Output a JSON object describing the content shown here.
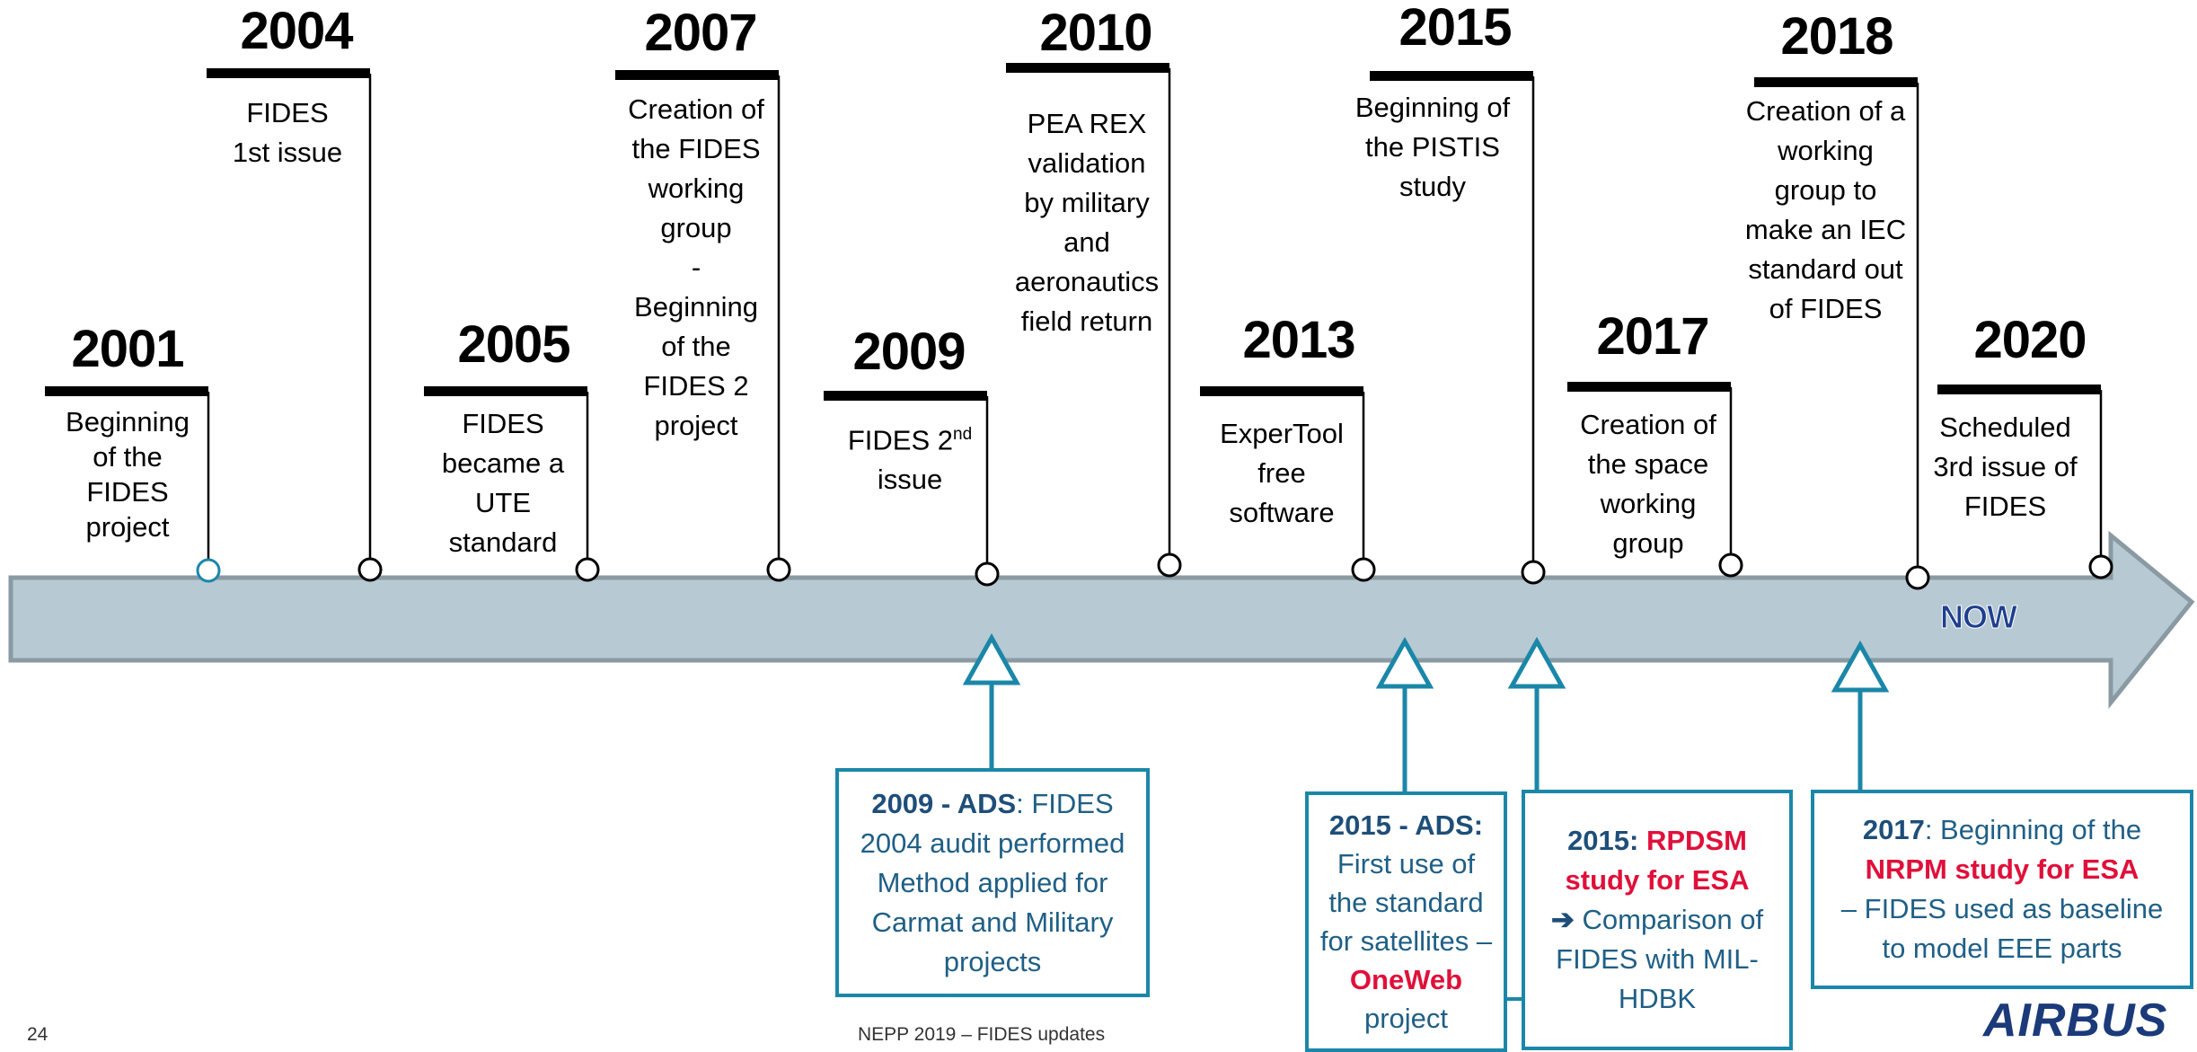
{
  "milestones": [
    {
      "year": "2001",
      "lines": [
        "Beginning",
        "of the",
        "FIDES",
        "project"
      ]
    },
    {
      "year": "2004",
      "lines": [
        "FIDES",
        "1st issue"
      ]
    },
    {
      "year": "2005",
      "lines": [
        "FIDES",
        "became a",
        "UTE",
        "standard"
      ]
    },
    {
      "year": "2007",
      "lines": [
        "Creation of",
        "the FIDES",
        "working",
        "group",
        "-",
        "Beginning",
        "of the",
        "FIDES 2",
        "project"
      ]
    },
    {
      "year": "2009",
      "line1_prefix": "FIDES 2",
      "line1_sup": "nd",
      "line2": "issue"
    },
    {
      "year": "2010",
      "lines": [
        "PEA REX",
        "validation",
        "by military",
        "and",
        "aeronautics",
        "field return"
      ]
    },
    {
      "year": "2013",
      "lines": [
        "ExperTool",
        "free",
        "software"
      ]
    },
    {
      "year": "2015",
      "lines": [
        "Beginning of",
        "the PISTIS",
        "study"
      ]
    },
    {
      "year": "2017",
      "lines": [
        "Creation of",
        "the space",
        "working",
        "group"
      ]
    },
    {
      "year": "2018",
      "lines": [
        "Creation of a",
        "working",
        "group to",
        "make an IEC",
        "standard out",
        "of FIDES"
      ]
    },
    {
      "year": "2020",
      "lines": [
        "Scheduled",
        "3rd issue of",
        "FIDES"
      ]
    }
  ],
  "now_label": "NOW",
  "boxes": {
    "b2009": {
      "bold": "2009 - ADS",
      "rest1": ": FIDES",
      "line2": "2004 audit performed",
      "line3": "Method applied for",
      "line4": "Carmat and Military",
      "line5": "projects"
    },
    "b2015ads": {
      "bold": "2015 - ADS:",
      "line2": "First use of",
      "line3": "the standard",
      "line4": "for satellites –",
      "red": "OneWeb",
      "line6": "project"
    },
    "b2015rpdsm": {
      "bold": "2015: ",
      "red1": "RPDSM",
      "red2": "study for ESA",
      "arrow": "➔",
      "line3": " Comparison of",
      "line4": "FIDES with MIL-",
      "line5": "HDBK"
    },
    "b2017": {
      "bold": "2017",
      "rest1": ": Beginning of the",
      "red": "NRPM study for ESA",
      "line3": "– FIDES used as baseline",
      "line4": "to model EEE parts"
    }
  },
  "footer": {
    "page_number": "24",
    "title": "NEPP 2019 – FIDES updates",
    "logo": "AIRBUS"
  },
  "colors": {
    "arrow_fill": "#b7c9d3",
    "arrow_stroke": "#8a9aa3",
    "box_border": "#1b87a8",
    "box_text": "#1f5f86",
    "highlight": "#e0103a"
  }
}
